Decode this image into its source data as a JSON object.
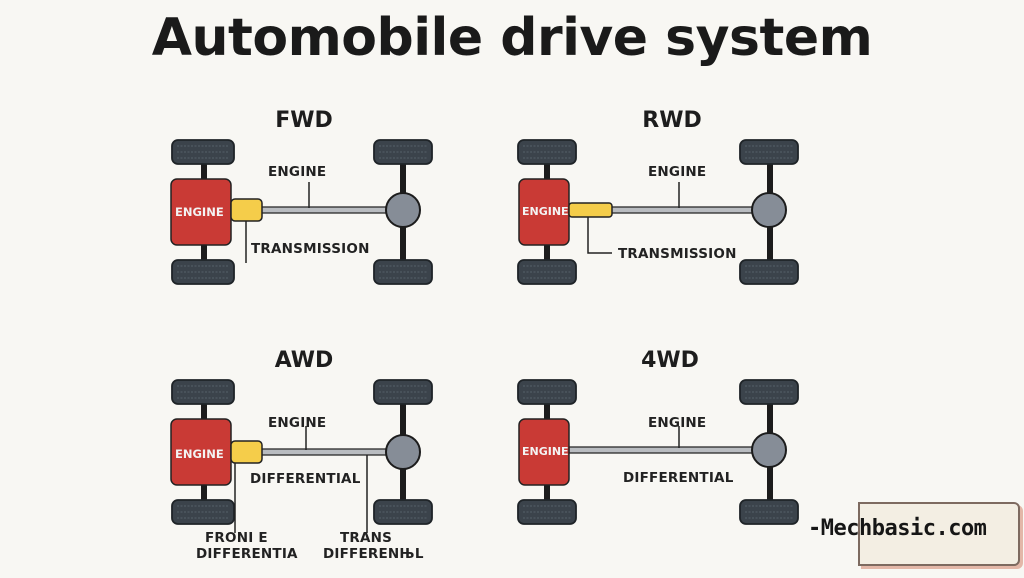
{
  "title": "Automobile drive system",
  "panels": {
    "fwd": {
      "name": "FWD",
      "engine_block_label": "ENGINE",
      "labels": {
        "top": "ENGINE",
        "bottom": "TRANSMISSION"
      }
    },
    "rwd": {
      "name": "RWD",
      "engine_block_label": "ENGINE",
      "labels": {
        "top": "ENGINE",
        "bottom": "TRANSMISSION"
      }
    },
    "awd": {
      "name": "AWD",
      "engine_block_label": "ENGINE",
      "labels": {
        "top": "ENGINE",
        "middle": "DIFFERENTIAL",
        "front_line1": "FRONI E",
        "front_line2": "DIFFERENTIA",
        "trans_line1": "TRANS",
        "trans_line2": "DIFFERENЊL"
      }
    },
    "4wd": {
      "name": "4WD",
      "engine_block_label": "ENGINE",
      "labels": {
        "top": "ENGINE",
        "middle": "DIFFERENTIAL"
      }
    }
  },
  "watermark": "-Mechbasic.com",
  "colors": {
    "engine": "#c93a35",
    "transmission": "#f5cd4a",
    "differential": "#868d97",
    "tire": "#3b434b",
    "axle": "#1c1c1c",
    "shaft": "#b9bcc0",
    "background": "#f8f7f3"
  }
}
